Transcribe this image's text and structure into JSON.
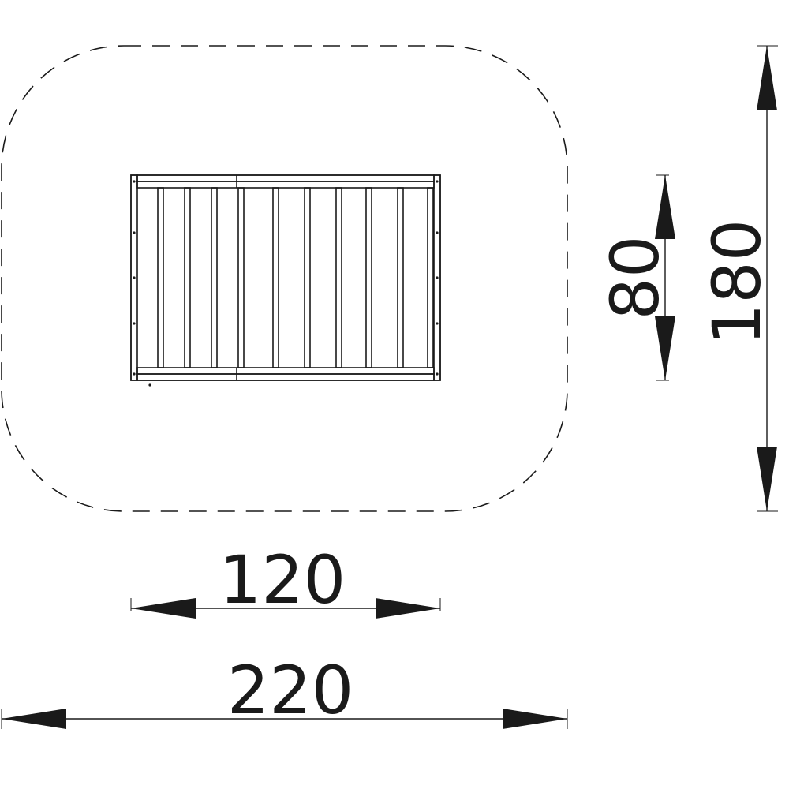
{
  "dimensions": {
    "inner_width": "120",
    "outer_width": "220",
    "inner_depth": "80",
    "outer_depth": "180"
  },
  "colors": {
    "line": "#1a1a1a",
    "background": "#ffffff"
  }
}
